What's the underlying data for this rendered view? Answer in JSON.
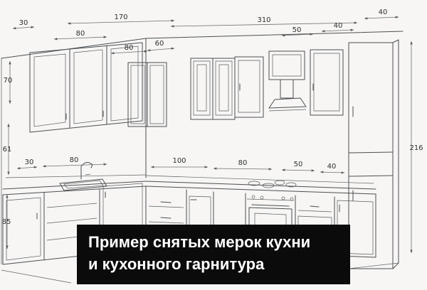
{
  "caption": {
    "line1": "Пример снятых мерок кухни",
    "line2": "и кухонного гарнитура"
  },
  "dims": {
    "t30": "30",
    "t170": "170",
    "t80a": "80",
    "t80b": "80",
    "t60": "60",
    "t310": "310",
    "t50": "50",
    "t40a": "40",
    "t40b": "40",
    "m30": "30",
    "m80a": "80",
    "m100": "100",
    "m80b": "80",
    "m50": "50",
    "m40": "40",
    "v70": "70",
    "v61": "61",
    "v85": "85",
    "v216": "216"
  },
  "colors": {
    "line": "#4c4f53",
    "dimension_line": "#6b6e72",
    "caption_bg": "#0b0b0b",
    "caption_text": "#ffffff",
    "background": "#f7f6f4"
  }
}
